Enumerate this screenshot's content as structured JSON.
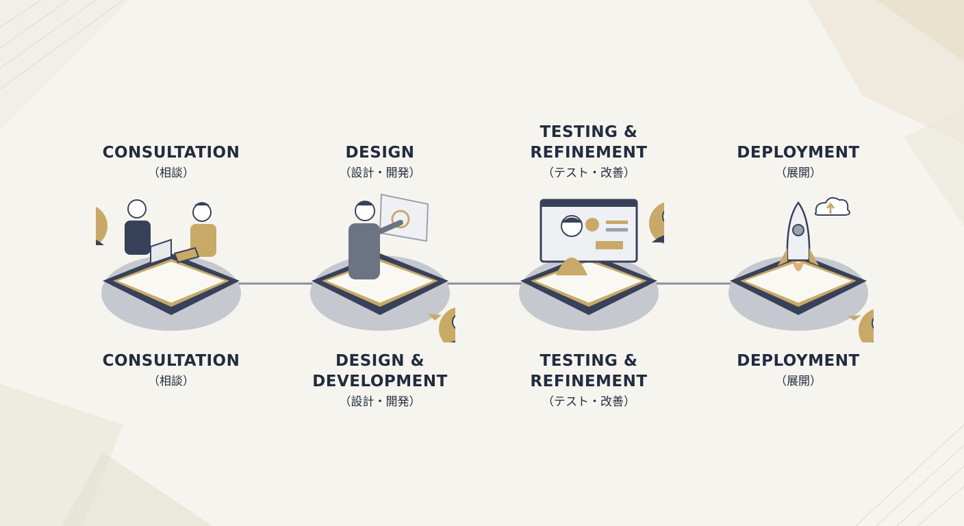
{
  "colors": {
    "navy": "#37415a",
    "gold": "#c8a967",
    "background": "#f6f4ee",
    "text": "#222c3f"
  },
  "stages": [
    {
      "title": "CONSULTATION",
      "title_lines": [
        "CONSULTATION"
      ],
      "subtitle": "（相談）",
      "bottom_lines": [
        "CONSULTATION"
      ],
      "bottom_subtitle": "（相談）",
      "icons": [
        "meeting-people-icon",
        "laptop-icon",
        "tablet-icon",
        "consultant-avatar-icon"
      ]
    },
    {
      "title": "DESIGN",
      "title_lines": [
        "DESIGN"
      ],
      "subtitle": "（設計・開発）",
      "bottom_lines": [
        "DESIGN &",
        "DEVELOPMENT"
      ],
      "bottom_subtitle": "（設計・開発）",
      "icons": [
        "designer-person-icon",
        "holographic-screen-icon",
        "developer-avatar-icon"
      ]
    },
    {
      "title": "TESTING & REFINEMENT",
      "title_lines": [
        "TESTING &",
        "REFINEMENT"
      ],
      "subtitle": "（テスト・改善）",
      "bottom_lines": [
        "TESTING &",
        "REFINEMENT"
      ],
      "bottom_subtitle": "（テスト・改善）",
      "icons": [
        "dashboard-window-icon",
        "headset-operator-icon",
        "support-avatar-icon"
      ]
    },
    {
      "title": "DEPLOYMENT",
      "title_lines": [
        "DEPLOYMENT"
      ],
      "subtitle": "（展開）",
      "bottom_lines": [
        "DEPLOYMENT"
      ],
      "bottom_subtitle": "（展開）",
      "icons": [
        "rocket-icon",
        "cloud-upload-icon",
        "manager-avatar-icon"
      ]
    }
  ]
}
